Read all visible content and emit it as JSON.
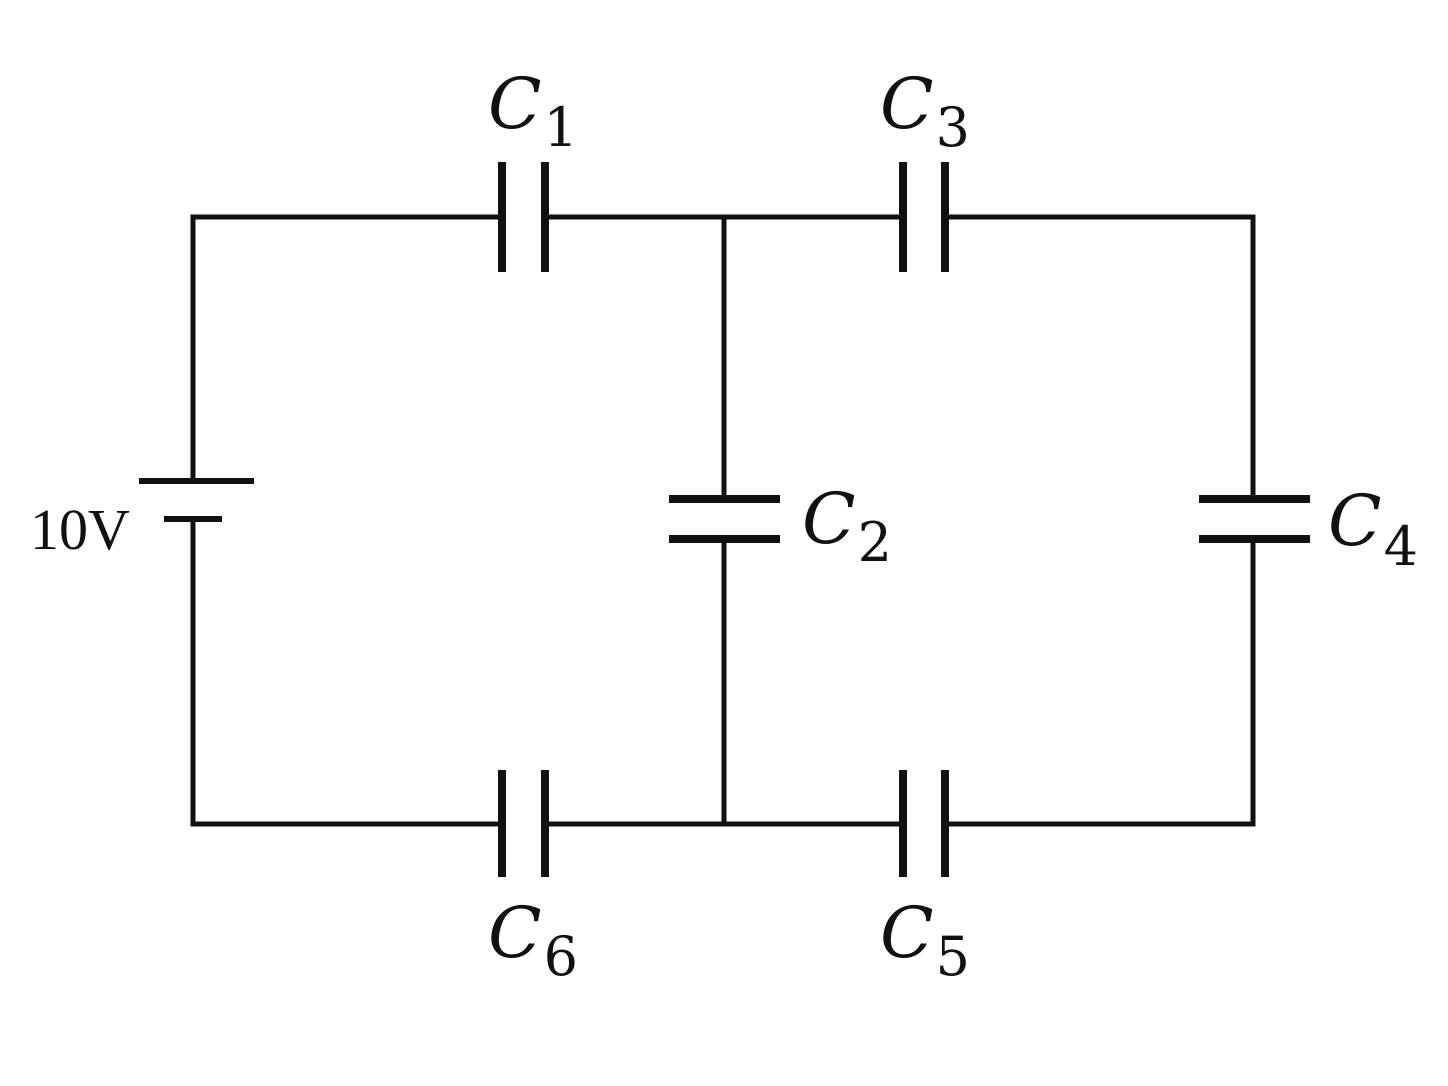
{
  "battery": {
    "label": "10V"
  },
  "capacitors": {
    "c1": {
      "letter": "C",
      "sub": "1"
    },
    "c2": {
      "letter": "C",
      "sub": "2"
    },
    "c3": {
      "letter": "C",
      "sub": "3"
    },
    "c4": {
      "letter": "C",
      "sub": "4"
    },
    "c5": {
      "letter": "C",
      "sub": "5"
    },
    "c6": {
      "letter": "C",
      "sub": "6"
    }
  }
}
